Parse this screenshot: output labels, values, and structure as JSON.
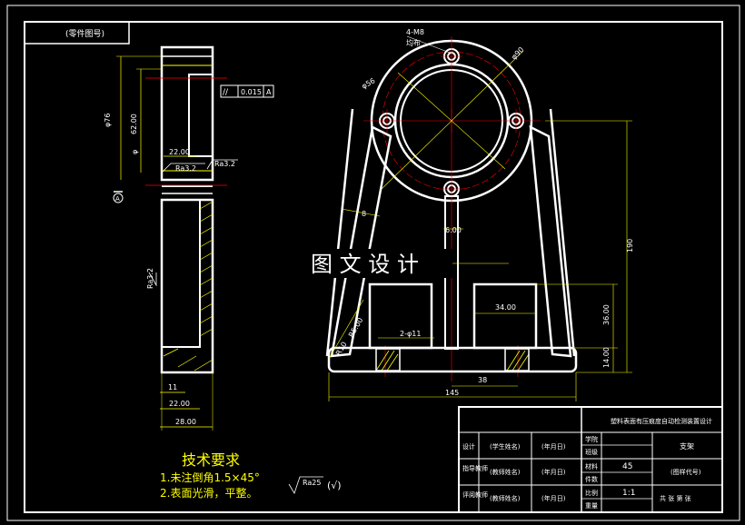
{
  "title_block_small": "(零件图号)",
  "watermark": "图 文 设 计",
  "tech_req": {
    "title": "技术要求",
    "line1": "1.未注倒角1.5×45°",
    "line2": "2.表面光滑，平整。",
    "roughness": "Ra25",
    "roughness_check": "(√)"
  },
  "left_view": {
    "dim_76": "φ76",
    "dim_62": "62.00",
    "dim_phi": "φ",
    "dim_22_top": "22.00",
    "ra_a": "Ra3.2",
    "ra_b": "Ra3.2",
    "ra_c": "Ra3.2",
    "tolerance_sym": "//",
    "tolerance_val": "0.015",
    "tolerance_ref": "A",
    "datum": "A",
    "dim_11": "11",
    "dim_22_bot": "22.00",
    "dim_28": "28.00"
  },
  "front_view": {
    "holes": "4-M8",
    "holes_note": "均布",
    "dia_90": "φ90",
    "dia_56": "φ56",
    "dim_8": "8",
    "dim_6": "6.00",
    "dim_190": "190",
    "dim_34": "34.00",
    "dim_36": "36.00",
    "dim_14": "14.00",
    "dim_r10": "R10",
    "dim_r5": "R5.00",
    "dim_2phi11": "2-φ11",
    "dim_38": "38",
    "dim_145": "145"
  },
  "title_block": {
    "project": "塑料表面有压痕度自动检测装置设计",
    "design": "设计",
    "guide": "指导教师",
    "review": "评阅教师",
    "student_name": "(学生姓名)",
    "teacher_name": "(教师姓名)",
    "teacher_name2": "(教师姓名)",
    "date1": "(年月日)",
    "date2": "(年月日)",
    "date3": "(年月日)",
    "school": "学院",
    "class": "班级",
    "material_label": "材料",
    "material": "45",
    "quantity_label": "件数",
    "scale_label": "比例",
    "scale": "1:1",
    "weight_label": "重量",
    "part_name": "支架",
    "drawing_no": "(图样代号)",
    "sheets": "共 张 第 张"
  }
}
